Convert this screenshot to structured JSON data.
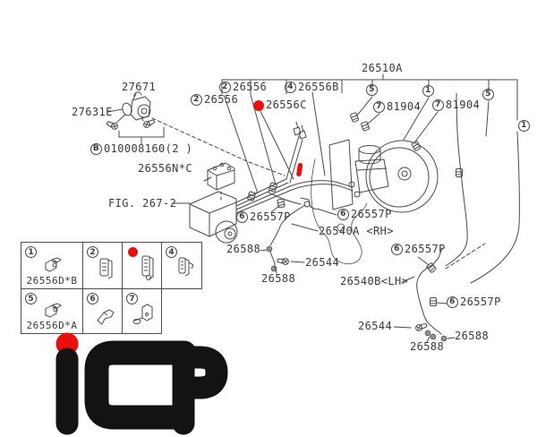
{
  "colors": {
    "line": "#4a4a4a",
    "text": "#3a3a3a",
    "highlight": "#e8100c",
    "logo": "#131313"
  },
  "labels": {
    "part_27671": "27671",
    "part_27631e": "27631E",
    "bolt_badge": "B",
    "bolt_number": "010008160(2 )",
    "part_26556nc": "26556N*C",
    "fig_ref": "FIG. 267-2",
    "clamp2_top": {
      "badge": "2",
      "part": "26556"
    },
    "clamp4_top": {
      "badge": "4",
      "part": "26556B"
    },
    "clamp2_mid": {
      "badge": "2",
      "part": "26556"
    },
    "part_26556c": "26556C",
    "part_26510a": "26510A",
    "badge_5_left": "5",
    "badge_1_mid": "1",
    "badge_5_right": "5",
    "badge_1_right": "1",
    "bolt_81904_left": {
      "badge": "7",
      "part": "81904"
    },
    "bolt_81904_right": {
      "badge": "7",
      "part": "81904"
    },
    "clip_26557p_rh_left": {
      "badge": "6",
      "part": "26557P"
    },
    "clip_26557p_rh_right": {
      "badge": "6",
      "part": "26557P"
    },
    "clip_26557p_lh_top": {
      "badge": "6",
      "part": "26557P"
    },
    "clip_26557p_lh_mid": {
      "badge": "6",
      "part": "26557P"
    },
    "hose_rh": "26540A <RH>",
    "hose_lh": "26540B<LH>",
    "nut_26588_rh_upper": "26588",
    "nut_26588_rh_lower": "26588",
    "nut_26588_lh_right": "26588",
    "nut_26588_lh_bottom": "26588",
    "screw_26544_rh": "26544",
    "screw_26544_lh": "26544"
  },
  "legend_table": {
    "rows": [
      [
        {
          "badge": "1",
          "part": "26556D*B"
        },
        {
          "badge": "2"
        },
        {
          "highlight": true
        },
        {
          "badge": "4"
        }
      ],
      [
        {
          "badge": "5",
          "part": "26556D*A"
        },
        {
          "badge": "6"
        },
        {
          "badge": "7"
        }
      ]
    ]
  },
  "logo": {
    "text": "iCP"
  }
}
